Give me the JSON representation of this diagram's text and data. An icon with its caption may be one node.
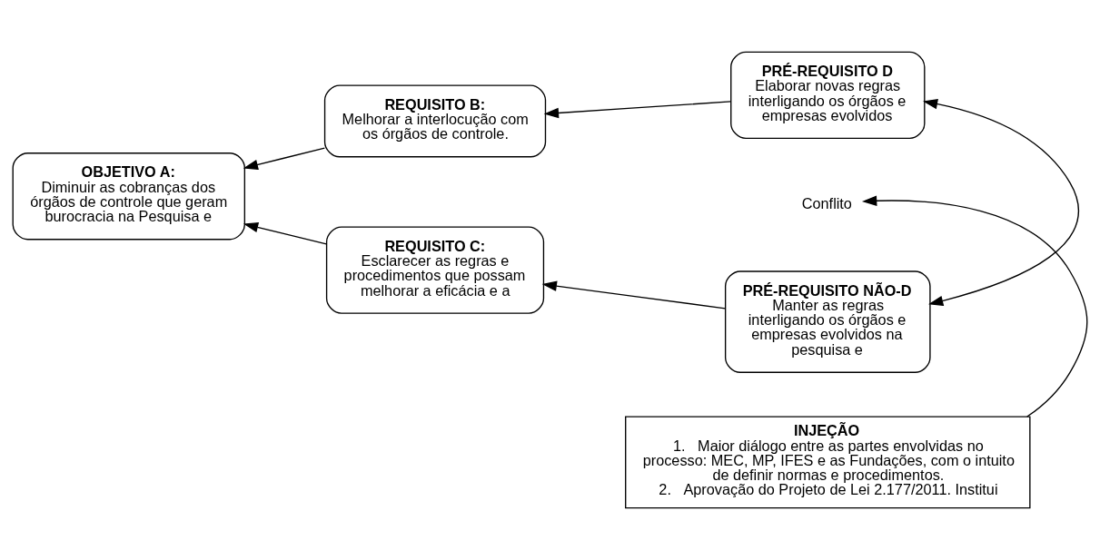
{
  "diagram": {
    "nodes": [
      {
        "text": [
          "OBJETIVO A:",
          "Diminuir as cobranças dos órgãos de controle que geram burocracia na Pesquisa e"
        ]
      },
      {
        "text": [
          "REQUISITO B:",
          "Melhorar a interlocução com os órgãos de controle."
        ]
      },
      {
        "text": [
          "REQUISITO C:",
          "Esclarecer as regras e procedimentos que possam melhorar a eficácia e a"
        ]
      },
      {
        "text": [
          "PRÉ-REQUISITO D",
          "Elaborar novas regras interligando os órgãos e empresas evolvidos"
        ]
      },
      {
        "text": [
          "Conflito"
        ]
      },
      {
        "text": [
          "PRÉ-REQUISITO NÃO-D",
          "Manter as regras interligando os órgãos e empresas evolvidos na pesquisa e"
        ]
      },
      {
        "text": [
          "INJEÇÃO",
          "1.   Maior diálogo entre as partes envolvidas no processo: MEC, MP, IFES e as Fundações, com o intuito de definir normas e procedimentos.",
          "2.   Aprovação do Projeto de Lei 2.177/2011. Institui"
        ]
      }
    ],
    "edges": [
      {
        "from": 1,
        "to": 0,
        "arrow": "to"
      },
      {
        "from": 2,
        "to": 0,
        "arrow": "to"
      },
      {
        "from": 3,
        "to": 1,
        "arrow": "to"
      },
      {
        "from": 5,
        "to": 2,
        "arrow": "to"
      },
      {
        "from": 3,
        "to": 5,
        "arrow": "both"
      },
      {
        "from": 6,
        "to": 4,
        "arrow": "to"
      }
    ]
  }
}
